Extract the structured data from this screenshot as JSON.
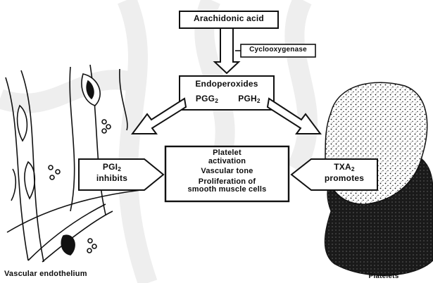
{
  "diagram": {
    "nodes": {
      "arachidonic_acid": "Arachidonic acid",
      "cyclooxygenase": "Cyclooxygenase",
      "endoperoxides": "Endoperoxides",
      "pgg": "PGG",
      "pgg_sub": "2",
      "pgh": "PGH",
      "pgh_sub": "2",
      "effects_line1": "Platelet",
      "effects_line2": "activation",
      "effects_line3": "Vascular tone",
      "effects_line4": "Proliferation of",
      "effects_line5": "smooth muscle cells",
      "pgi": "PGI",
      "pgi_sub": "2",
      "inhibits": "inhibits",
      "txa": "TXA",
      "txa_sub": "2",
      "promotes": "promotes"
    },
    "captions": {
      "left": "Vascular endothelium",
      "right": "Platelets"
    }
  }
}
